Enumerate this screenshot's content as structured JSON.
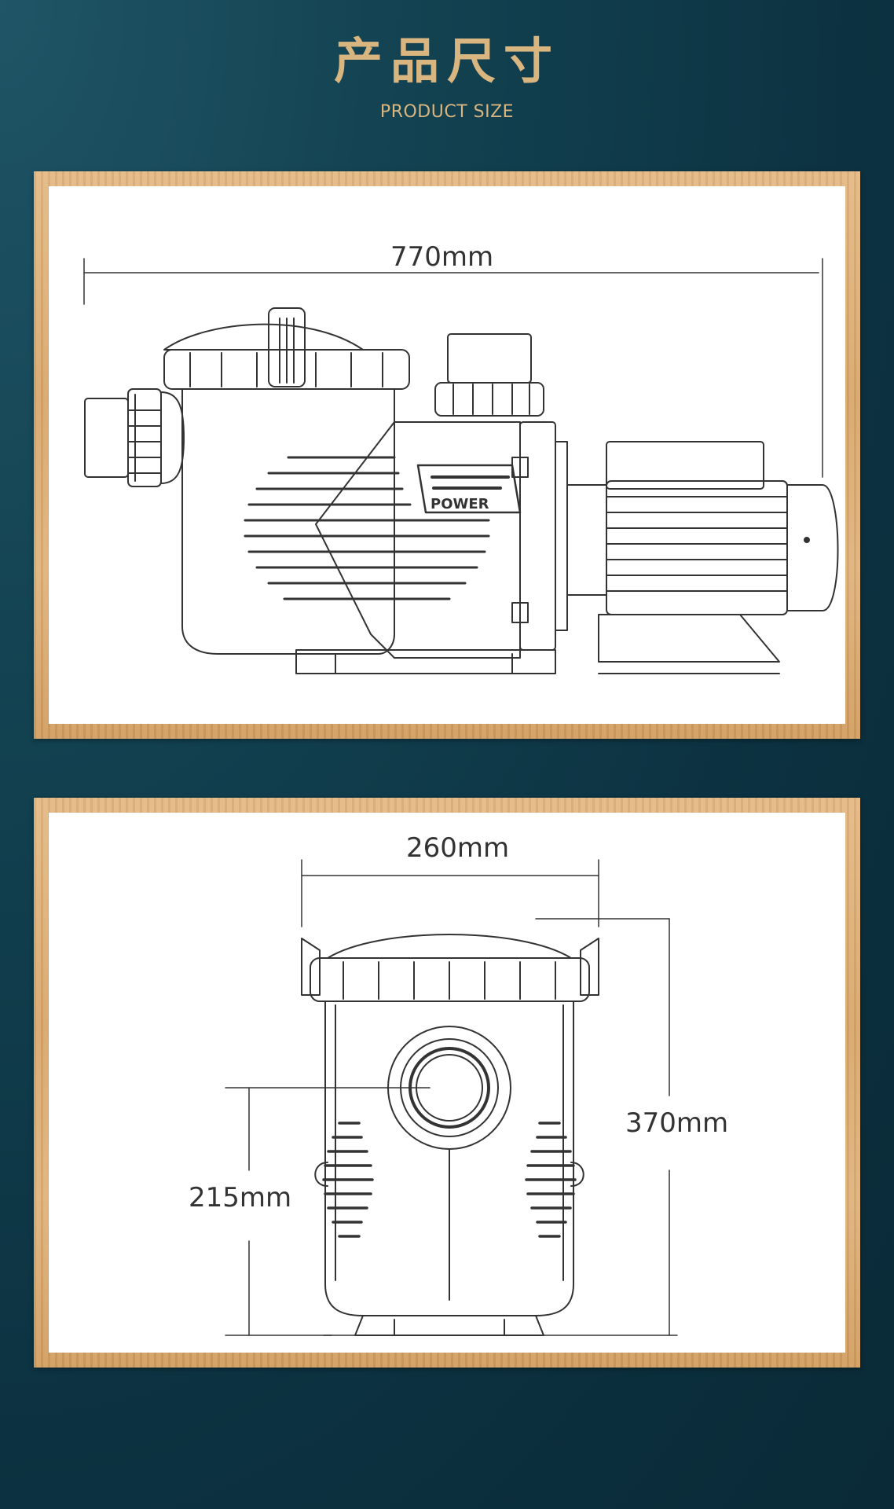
{
  "header": {
    "title_cn": "产品尺寸",
    "title_en": "PRODUCT SIZE"
  },
  "side_view": {
    "length_label": "770mm",
    "brand_label": "POWER"
  },
  "front_view": {
    "width_label": "260mm",
    "height_label": "370mm",
    "inlet_height_label": "215mm"
  },
  "colors": {
    "background": "#0f3a48",
    "accent_gold": "#d9b57f",
    "frame_wood": "#d9ab72",
    "line": "#333333"
  }
}
